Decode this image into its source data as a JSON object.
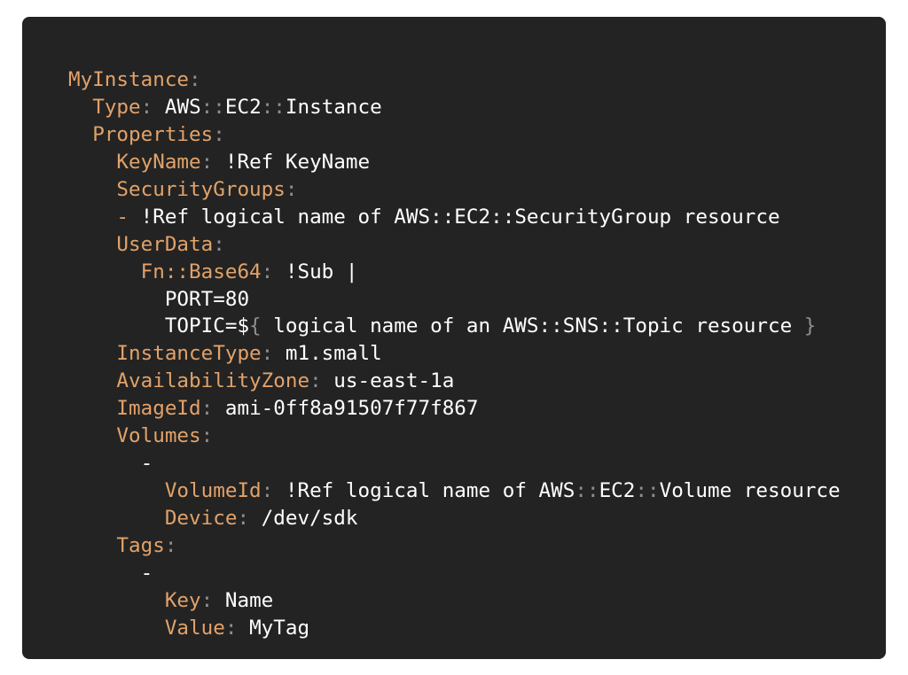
{
  "colors": {
    "background": "#232323",
    "key": "#e2a26a",
    "punctuation": "#8f8f8f",
    "value": "#ffffff"
  },
  "code": {
    "lines": [
      [
        {
          "t": "MyInstance",
          "c": "k"
        },
        {
          "t": ":",
          "c": "p"
        }
      ],
      [
        {
          "t": "  "
        },
        {
          "t": "Type",
          "c": "k"
        },
        {
          "t": ": ",
          "c": "p"
        },
        {
          "t": "AWS",
          "c": "v"
        },
        {
          "t": "::",
          "c": "p"
        },
        {
          "t": "EC2",
          "c": "v"
        },
        {
          "t": "::",
          "c": "p"
        },
        {
          "t": "Instance",
          "c": "v"
        }
      ],
      [
        {
          "t": "  "
        },
        {
          "t": "Properties",
          "c": "k"
        },
        {
          "t": ":",
          "c": "p"
        }
      ],
      [
        {
          "t": "    "
        },
        {
          "t": "KeyName",
          "c": "k"
        },
        {
          "t": ": ",
          "c": "p"
        },
        {
          "t": "!Ref KeyName",
          "c": "v"
        }
      ],
      [
        {
          "t": "    "
        },
        {
          "t": "SecurityGroups",
          "c": "k"
        },
        {
          "t": ":",
          "c": "p"
        }
      ],
      [
        {
          "t": "    "
        },
        {
          "t": "- ",
          "c": "k"
        },
        {
          "t": "!Ref logical name of AWS::EC2::SecurityGroup resource",
          "c": "v"
        }
      ],
      [
        {
          "t": "    "
        },
        {
          "t": "UserData",
          "c": "k"
        },
        {
          "t": ":",
          "c": "p"
        }
      ],
      [
        {
          "t": "      "
        },
        {
          "t": "Fn::Base64",
          "c": "k"
        },
        {
          "t": ": ",
          "c": "p"
        },
        {
          "t": "!Sub |",
          "c": "v"
        }
      ],
      [
        {
          "t": "        "
        },
        {
          "t": "PORT=80",
          "c": "v"
        }
      ],
      [
        {
          "t": "        "
        },
        {
          "t": "TOPIC=$",
          "c": "v"
        },
        {
          "t": "{",
          "c": "p"
        },
        {
          "t": " logical name of an AWS::SNS::Topic resource ",
          "c": "v"
        },
        {
          "t": "}",
          "c": "p"
        }
      ],
      [
        {
          "t": "    "
        },
        {
          "t": "InstanceType",
          "c": "k"
        },
        {
          "t": ": ",
          "c": "p"
        },
        {
          "t": "m1.small",
          "c": "v"
        }
      ],
      [
        {
          "t": "    "
        },
        {
          "t": "AvailabilityZone",
          "c": "k"
        },
        {
          "t": ": ",
          "c": "p"
        },
        {
          "t": "us-east-1a",
          "c": "v"
        }
      ],
      [
        {
          "t": "    "
        },
        {
          "t": "ImageId",
          "c": "k"
        },
        {
          "t": ": ",
          "c": "p"
        },
        {
          "t": "ami-0ff8a91507f77f867",
          "c": "v"
        }
      ],
      [
        {
          "t": "    "
        },
        {
          "t": "Volumes",
          "c": "k"
        },
        {
          "t": ":",
          "c": "p"
        }
      ],
      [
        {
          "t": "      "
        },
        {
          "t": "-",
          "c": "v"
        }
      ],
      [
        {
          "t": "        "
        },
        {
          "t": "VolumeId",
          "c": "k"
        },
        {
          "t": ": ",
          "c": "p"
        },
        {
          "t": "!Ref logical name of AWS",
          "c": "v"
        },
        {
          "t": "::",
          "c": "p"
        },
        {
          "t": "EC2",
          "c": "v"
        },
        {
          "t": "::",
          "c": "p"
        },
        {
          "t": "Volume resource",
          "c": "v"
        }
      ],
      [
        {
          "t": "        "
        },
        {
          "t": "Device",
          "c": "k"
        },
        {
          "t": ": ",
          "c": "p"
        },
        {
          "t": "/dev/sdk",
          "c": "v"
        }
      ],
      [
        {
          "t": "    "
        },
        {
          "t": "Tags",
          "c": "k"
        },
        {
          "t": ":",
          "c": "p"
        }
      ],
      [
        {
          "t": "      "
        },
        {
          "t": "-",
          "c": "v"
        }
      ],
      [
        {
          "t": "        "
        },
        {
          "t": "Key",
          "c": "k"
        },
        {
          "t": ": ",
          "c": "p"
        },
        {
          "t": "Name",
          "c": "v"
        }
      ],
      [
        {
          "t": "        "
        },
        {
          "t": "Value",
          "c": "k"
        },
        {
          "t": ": ",
          "c": "p"
        },
        {
          "t": "MyTag",
          "c": "v"
        }
      ]
    ]
  }
}
